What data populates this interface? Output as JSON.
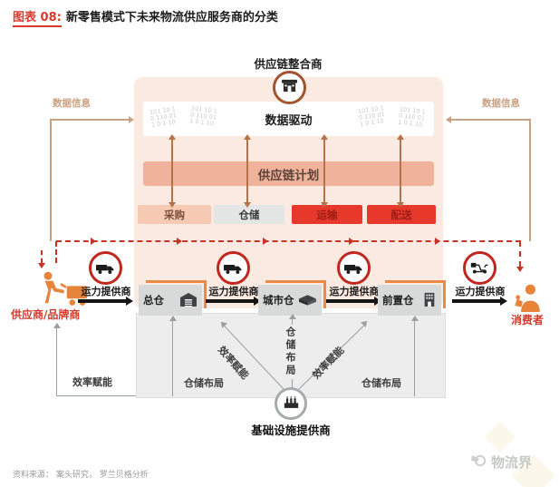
{
  "title": {
    "tag": "图表 08:",
    "text": "新零售模式下未来物流供应服务商的分类"
  },
  "colors": {
    "accent_red": "#d93a2b",
    "platform_pink": "#fbeae1",
    "plan_salmon": "#f1b29b",
    "function_red": "#e6392b",
    "function_peach": "#f6cab2",
    "function_gray": "#e4e6e5",
    "tan_line": "#c9a183",
    "icon_orange": "#e8833a",
    "circle_red": "#c0271e"
  },
  "top": {
    "integrator": "供应链整合商",
    "integrator_icon": "storefront-icon"
  },
  "platform": {
    "data_driven": "数据驱动",
    "binary": "101 10 1\n0 110 01\n1 0 1 10",
    "plan": "供应链计划",
    "functions": [
      {
        "label": "采购"
      },
      {
        "label": "仓储"
      },
      {
        "label": "运输"
      },
      {
        "label": "配送"
      }
    ]
  },
  "data_info": {
    "left": "数据信息",
    "right": "数据信息"
  },
  "flow": {
    "supplier": "供应商/品牌商",
    "consumer": "消费者",
    "transport_label": "运力提供商",
    "warehouses": [
      {
        "label": "总仓"
      },
      {
        "label": "城市仓"
      },
      {
        "label": "前置仓"
      }
    ]
  },
  "infra": {
    "label": "基础设施提供商",
    "efficiency": "效率赋能",
    "layout": "仓储布局"
  },
  "footer": {
    "source": "资料来源： 案头研究， 罗兰贝格分析",
    "watermark": "物流界"
  }
}
